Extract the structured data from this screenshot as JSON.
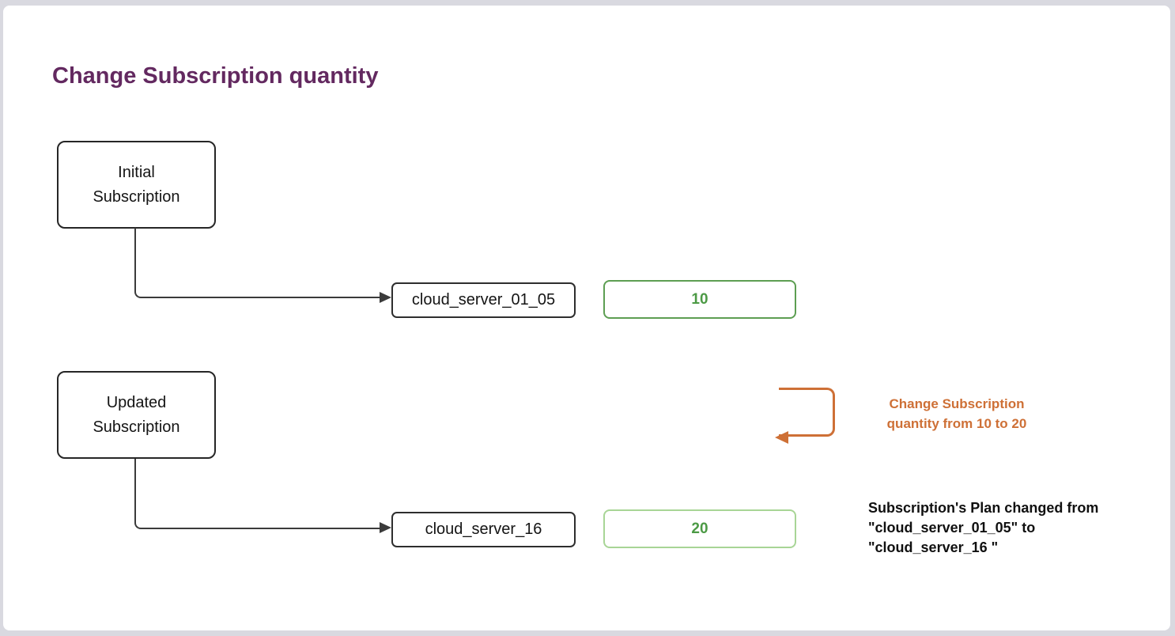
{
  "title": "Change Subscription quantity",
  "nodes": {
    "initial_subscription": "Initial\nSubscription",
    "updated_subscription": "Updated\nSubscription",
    "initial_plan": "cloud_server_01_05",
    "updated_plan": "cloud_server_16",
    "initial_quantity": "10",
    "updated_quantity": "20"
  },
  "annotations": {
    "quantity_change": "Change Subscription\nquantity from 10 to 20",
    "plan_change": "Subscription's Plan changed from\n\"cloud_server_01_05\" to\n\"cloud_server_16 \""
  },
  "colors": {
    "title_text": "#632960",
    "annotation_orange": "#ce7036",
    "quantity_text_green": "#4c9a45",
    "quantity_border_dark_green": "#5d9e52",
    "quantity_border_light_green": "#a8d596",
    "node_border": "#262626",
    "connector": "#3b3b3b",
    "page_background": "#d9d9e0",
    "canvas_background": "#ffffff"
  }
}
